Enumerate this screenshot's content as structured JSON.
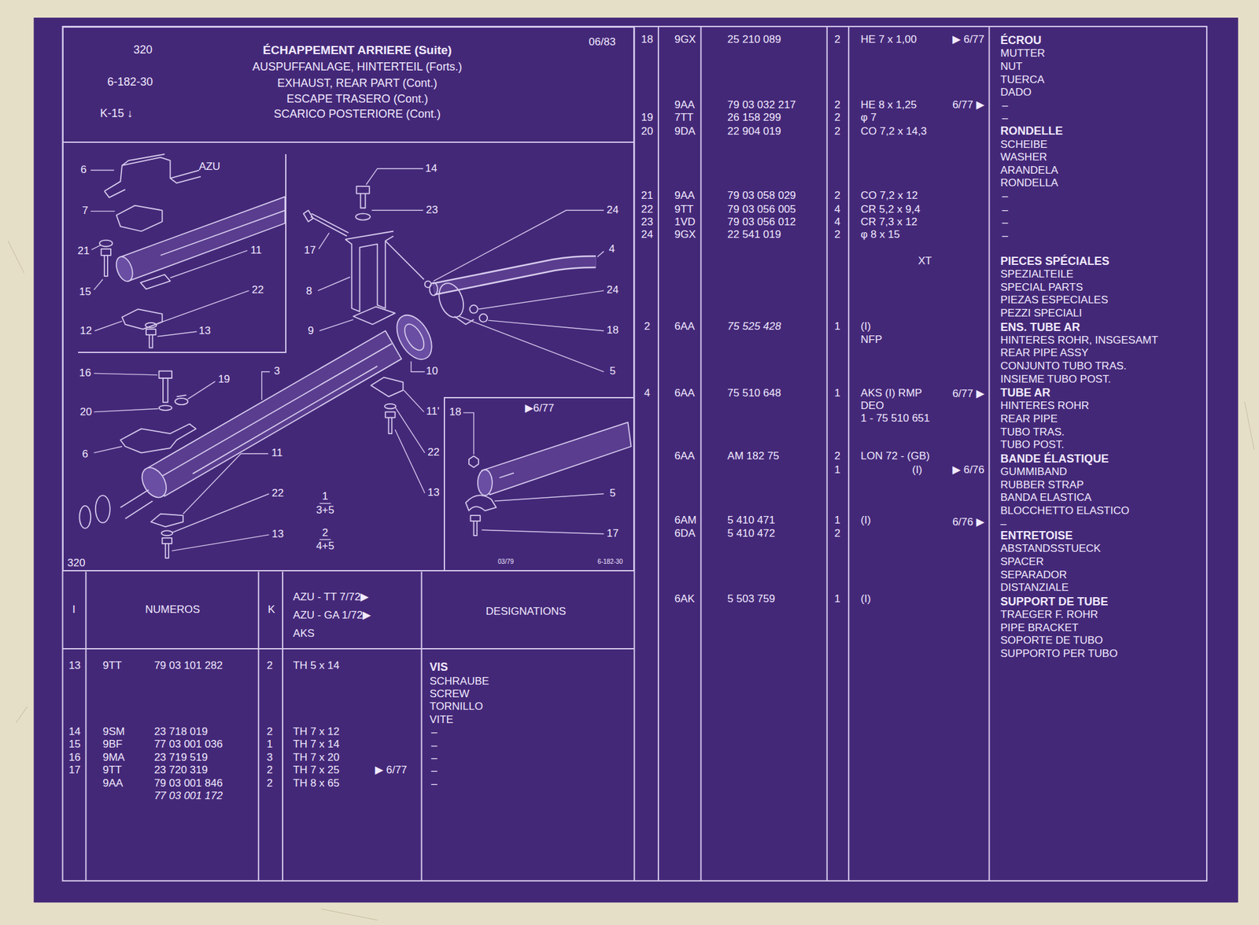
{
  "diagram": {
    "nodes": [
      {
        "text": [
          "320",
          "6-182-30",
          "K-15 ↓",
          "ÉCHAPPEMENT ARRIERE (Suite)",
          "AUSPUFFANLAGE, HINTERTEIL (Forts.)",
          "EXHAUST, REAR PART (Cont.)",
          "ESCAPE TRASERO (Cont.)",
          "SCARICO POSTERIORE (Cont.)",
          "06/83"
        ]
      },
      {
        "text": [
          "320"
        ]
      },
      {
        "text": [
          "AZU"
        ],
        "in": 1
      },
      {
        "text": [
          "▶6/77",
          "03/79",
          "6-182-30"
        ],
        "in": 1
      }
    ],
    "labels": [
      "6",
      "7",
      "21",
      "11",
      "15",
      "22",
      "12",
      "13",
      "14",
      "23",
      "24",
      "17",
      "4",
      "8",
      "24",
      "9",
      "18",
      "16",
      "3",
      "10",
      "5",
      "19",
      "20",
      "11'",
      "18",
      "6",
      "11",
      "22",
      "22",
      "13",
      "5",
      "1",
      "3+5",
      "2",
      "4+5",
      "13",
      "17",
      "I",
      "NUMEROS",
      "K",
      "AZU - TT 7/72▶",
      "AZU - GA 1/72▶",
      "AKS",
      "DESIGNATIONS",
      "13",
      "9TT",
      "79 03 101 282",
      "2",
      "TH 5 x 14",
      "VIS",
      "SCHRAUBE",
      "SCREW",
      "TORNILLO",
      "VITE",
      "14",
      "9SM",
      "23 718 019",
      "2",
      "TH 7 x 12",
      "–",
      "15",
      "9BF",
      "77 03 001 036",
      "1",
      "TH 7 x 14",
      "–",
      "16",
      "9MA",
      "23 719 519",
      "3",
      "TH 7 x 20",
      "–",
      "17",
      "9TT",
      "23 720 319",
      "2",
      "TH 7 x 25",
      "▶ 6/77",
      "–",
      "9AA",
      "79 03 001 846",
      "2",
      "TH 8 x 65",
      "–",
      "77 03 001 172",
      "18",
      "9GX",
      "25 210 089",
      "2",
      "HE 7 x 1,00",
      "▶ 6/77",
      "ÉCROU",
      "MUTTER",
      "NUT",
      "TUERCA",
      "DADO",
      "9AA",
      "79 03 032 217",
      "2",
      "HE 8 x 1,25",
      "6/77 ▶",
      "–",
      "19",
      "7TT",
      "26 158 299",
      "2",
      "φ 7",
      "–",
      "20",
      "9DA",
      "22 904 019",
      "2",
      "CO 7,2 x 14,3",
      "RONDELLE",
      "SCHEIBE",
      "WASHER",
      "ARANDELA",
      "RONDELLA",
      "21",
      "9AA",
      "79 03 058 029",
      "2",
      "CO 7,2 x 12",
      "–",
      "22",
      "9TT",
      "79 03 056 005",
      "4",
      "CR 5,2 x 9,4",
      "–",
      "23",
      "1VD",
      "79 03 056 012",
      "4",
      "CR 7,3 x 12",
      "–",
      "24",
      "9GX",
      "22 541 019",
      "2",
      "φ 8 x 15",
      "–",
      "XT",
      "PIECES SPÉCIALES",
      "SPEZIALTEILE",
      "SPECIAL PARTS",
      "PIEZAS ESPECIALES",
      "PEZZI SPECIALI",
      "2",
      "6AA",
      "75 525 428",
      "1",
      "(I)",
      "NFP",
      "ENS. TUBE AR",
      "HINTERES ROHR, INSGESAMT",
      "REAR PIPE ASSY",
      "CONJUNTO TUBO TRAS.",
      "INSIEME TUBO POST.",
      "4",
      "6AA",
      "75 510 648",
      "1",
      "AKS (I) RMP",
      "6/77 ▶",
      "DEO",
      "1 - 75 510 651",
      "TUBE AR",
      "HINTERES ROHR",
      "REAR PIPE",
      "TUBO TRAS.",
      "TUBO POST.",
      "6AA",
      "AM 182 75",
      "2",
      "LON 72 - (GB)",
      "1",
      "(I)",
      "▶ 6/76",
      "BANDE ÉLASTIQUE",
      "GUMMIBAND",
      "RUBBER STRAP",
      "BANDA ELASTICA",
      "BLOCCHETTO ELASTICO",
      "–",
      "6AM",
      "5 410 471",
      "1",
      "(I)",
      "6/76 ▶",
      "6DA",
      "5 410 472",
      "2",
      "ENTRETOISE",
      "ABSTANDSSTUECK",
      "SPACER",
      "SEPARADOR",
      "DISTANZIALE",
      "6AK",
      "5 503 759",
      "1",
      "(I)",
      "SUPPORT DE TUBE",
      "TRAEGER F. ROHR",
      "PIPE BRACKET",
      "SOPORTE DE TUBO",
      "SUPPORTO PER TUBO"
    ]
  }
}
